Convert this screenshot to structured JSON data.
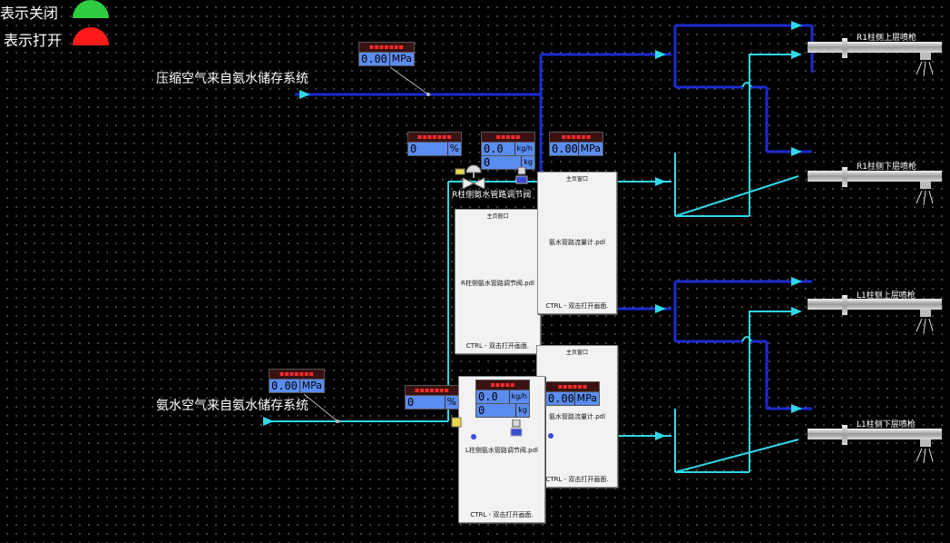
{
  "legend": {
    "closed_label": "表示关闭",
    "open_label": "表示打开",
    "closed_color": "#2ecc40",
    "open_color": "#ff1a1a"
  },
  "sources": {
    "compressed_air": "压缩空气来自氨水储存系统",
    "ammonia_air": "氨水空气来自氨水储存系统"
  },
  "meters": {
    "air_pressure_top": {
      "value": "0.00",
      "unit": "MPa"
    },
    "air_pressure_bottom": {
      "value": "0.00",
      "unit": "MPa"
    },
    "r_valve_pos": {
      "value": "0",
      "unit": "%"
    },
    "r_flow": {
      "value": "0.0",
      "unit": "kg/h",
      "value2": "0",
      "unit2": "kg"
    },
    "r_pressure": {
      "value": "0.00",
      "unit": "MPa"
    },
    "l_valve_pos": {
      "value": "0",
      "unit": "%"
    },
    "l_flow": {
      "value": "0.0",
      "unit": "kg/h",
      "value2": "0",
      "unit2": "kg"
    },
    "l_pressure": {
      "value": "0.00",
      "unit": "MPa"
    }
  },
  "valves": {
    "r_valve_label": "R柱侧氨水管路调节阀"
  },
  "popups": {
    "r_flowmeter": {
      "title": "主页窗口",
      "file": "氨水管路流量计.pdl",
      "hint": "CTRL - 双击打开画面."
    },
    "r_valve": {
      "title": "主页窗口",
      "file": "R柱侧氨水管路调节阀.pdl",
      "hint": "CTRL - 双击打开画面."
    },
    "l_flowmeter": {
      "title": "主页窗口",
      "file": "氨水管路流量计.pdl",
      "hint": "CTRL - 双击打开画面."
    },
    "l_valve": {
      "title": "主页窗口",
      "file": "L柱侧氨水管路调节阀.pdl",
      "hint": "CTRL - 双击打开画面."
    }
  },
  "spray_guns": {
    "r_upper": "R1柱侧上层喷枪",
    "r_lower": "R1柱侧下层喷枪",
    "l_upper": "L1柱侧上层喷枪",
    "l_lower": "L1柱侧下层喷枪"
  },
  "colors": {
    "air_pipe": "#1c2bd1",
    "ammonia_pipe": "#2fd8e8"
  }
}
